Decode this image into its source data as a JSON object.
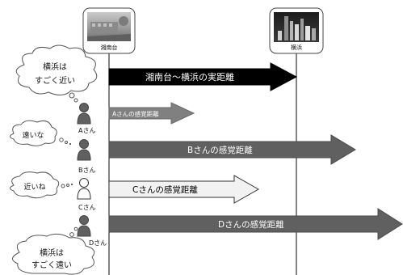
{
  "locations": {
    "left": {
      "label": "湘南台"
    },
    "right": {
      "label": "横浜"
    }
  },
  "arrows": {
    "actual": {
      "label": "湘南台～横浜の実距離",
      "fill": "#000000",
      "text_color": "#ffffff"
    },
    "a": {
      "label": "Aさんの感覚距離",
      "fill": "#808080",
      "text_color": "#ffffff"
    },
    "b": {
      "label": "Bさんの感覚距離",
      "fill": "#606060",
      "text_color": "#ffffff"
    },
    "c": {
      "label": "Cさんの感覚距離",
      "fill": "#f2f2f2",
      "text_color": "#000000"
    },
    "d": {
      "label": "Dさんの感覚距離",
      "fill": "#606060",
      "text_color": "#ffffff"
    }
  },
  "people": {
    "a": {
      "label": "Aさん",
      "color": "#606060"
    },
    "b": {
      "label": "Bさん",
      "color": "#606060"
    },
    "c": {
      "label": "Cさん",
      "color": "#ffffff"
    },
    "d": {
      "label": "Dさん",
      "color": "#606060"
    }
  },
  "bubbles": {
    "yokohama_close": {
      "line1": "横浜は",
      "line2": "すごく近い"
    },
    "toinaa": {
      "text": "遠いな"
    },
    "chikaine": {
      "text": "近いね"
    },
    "yokohama_far": {
      "line1": "横浜は",
      "line2": "すごく遠い"
    }
  }
}
